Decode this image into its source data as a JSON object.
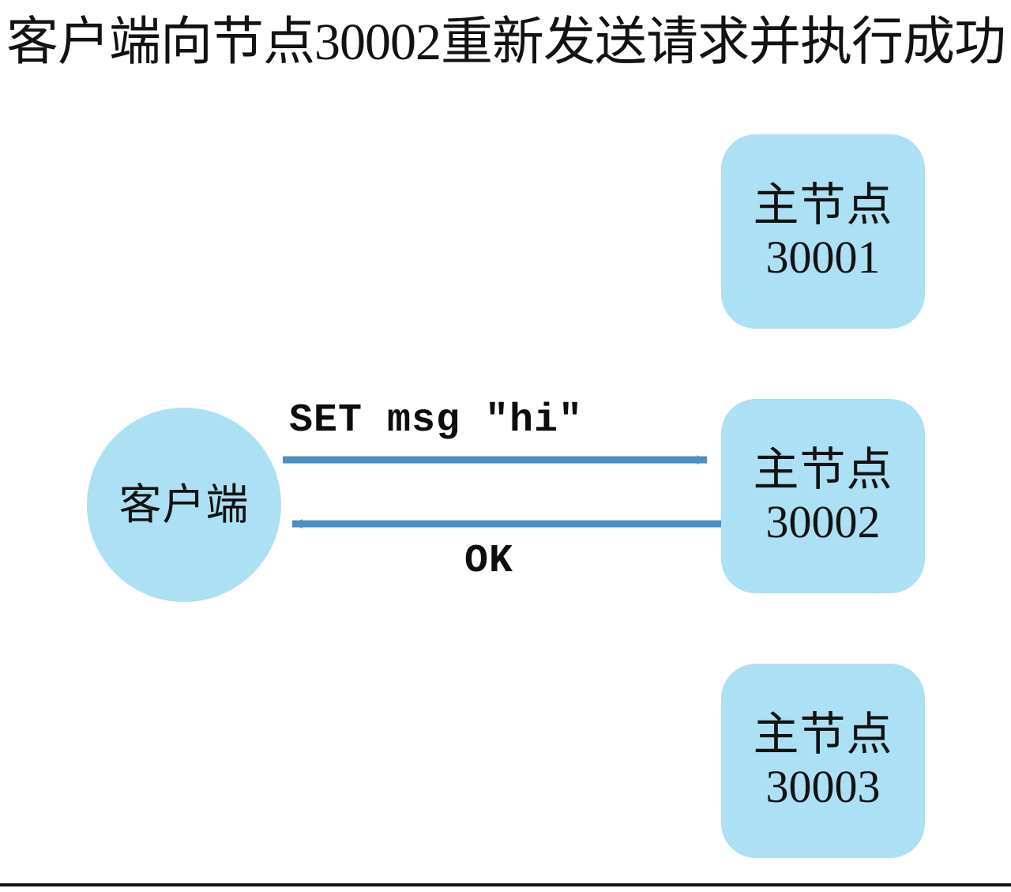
{
  "page": {
    "title": "客户端向节点30002重新发送请求并执行成功",
    "background_color": "#ffffff"
  },
  "colors": {
    "node_fill": "#ace0f4",
    "arrow": "#4a90c4",
    "text": "#131313",
    "rule": "#111111"
  },
  "client": {
    "label": "客户端",
    "shape": "circle"
  },
  "nodes": [
    {
      "role": "主节点",
      "port": "30001",
      "shape": "rounded-rect"
    },
    {
      "role": "主节点",
      "port": "30002",
      "shape": "rounded-rect"
    },
    {
      "role": "主节点",
      "port": "30003",
      "shape": "rounded-rect"
    }
  ],
  "edges": [
    {
      "id": "request",
      "label": "SET msg \"hi\"",
      "from": "客户端",
      "to": "主节点 30002",
      "direction": "right"
    },
    {
      "id": "response",
      "label": "OK",
      "from": "主节点 30002",
      "to": "客户端",
      "direction": "left"
    }
  ]
}
